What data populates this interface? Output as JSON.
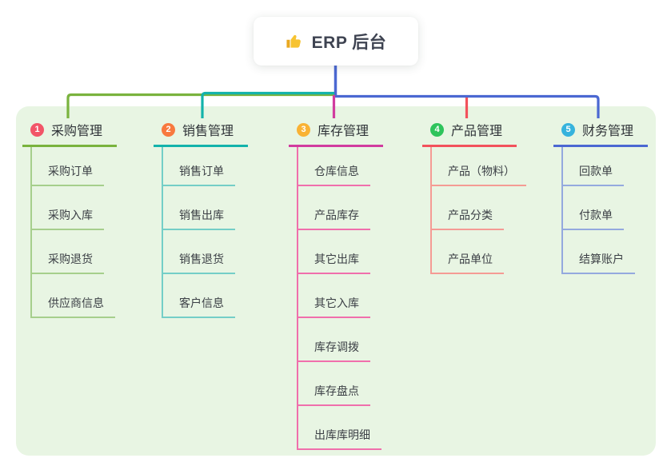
{
  "root": {
    "title": "ERP 后台",
    "icon": "thumbs-up-icon"
  },
  "branches": [
    {
      "badge": "1",
      "title": "采购管理",
      "children": [
        "采购订单",
        "采购入库",
        "采购退货",
        "供应商信息"
      ]
    },
    {
      "badge": "2",
      "title": "销售管理",
      "children": [
        "销售订单",
        "销售出库",
        "销售退货",
        "客户信息"
      ]
    },
    {
      "badge": "3",
      "title": "库存管理",
      "children": [
        "仓库信息",
        "产品库存",
        "其它出库",
        "其它入库",
        "库存调拨",
        "库存盘点",
        "出库库明细"
      ]
    },
    {
      "badge": "4",
      "title": "产品管理",
      "children": [
        "产品（物料）",
        "产品分类",
        "产品单位"
      ]
    },
    {
      "badge": "5",
      "title": "财务管理",
      "children": [
        "回款单",
        "付款单",
        "结算账户"
      ]
    }
  ],
  "palette": {
    "panel_bg": "#E8F5E3",
    "root_stem": "#4B68D2",
    "branch_lines": [
      "#7AB33E",
      "#13B3AB",
      "#D13C9F",
      "#F2525C",
      "#4B68D2"
    ],
    "child_lines": [
      "#A6CF8C",
      "#74CEC7",
      "#F06FAC",
      "#F59B94",
      "#94A9DE"
    ],
    "badge_colors": [
      "#F25568",
      "#F8793F",
      "#F9B234",
      "#2EC45C",
      "#36B3DD"
    ],
    "thumb_icon_color": "#F7C331"
  }
}
